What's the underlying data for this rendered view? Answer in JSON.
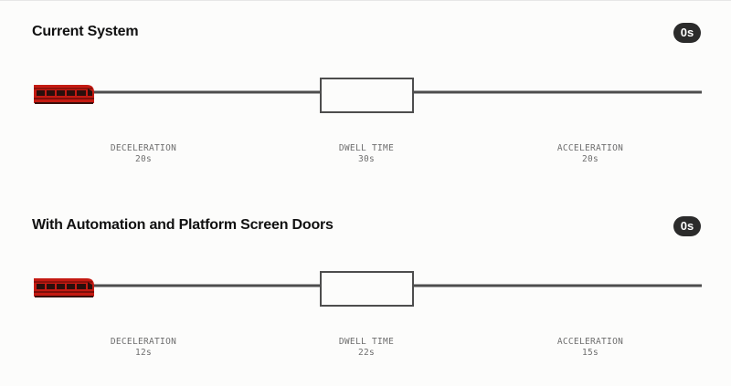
{
  "colors": {
    "track": "#4d4d4d",
    "train_body": "#c41a12",
    "train_window": "#2a0f0c",
    "timer_bg": "#2b2b2b"
  },
  "icons": {
    "train": "train-icon"
  },
  "scenarios": [
    {
      "title": "Current System",
      "timer": "0s",
      "stages": [
        {
          "name": "DECELERATION",
          "duration": "20s"
        },
        {
          "name": "DWELL TIME",
          "duration": "30s"
        },
        {
          "name": "ACCELERATION",
          "duration": "20s"
        }
      ]
    },
    {
      "title": "With Automation and Platform Screen Doors",
      "timer": "0s",
      "stages": [
        {
          "name": "DECELERATION",
          "duration": "12s"
        },
        {
          "name": "DWELL TIME",
          "duration": "22s"
        },
        {
          "name": "ACCELERATION",
          "duration": "15s"
        }
      ]
    }
  ]
}
